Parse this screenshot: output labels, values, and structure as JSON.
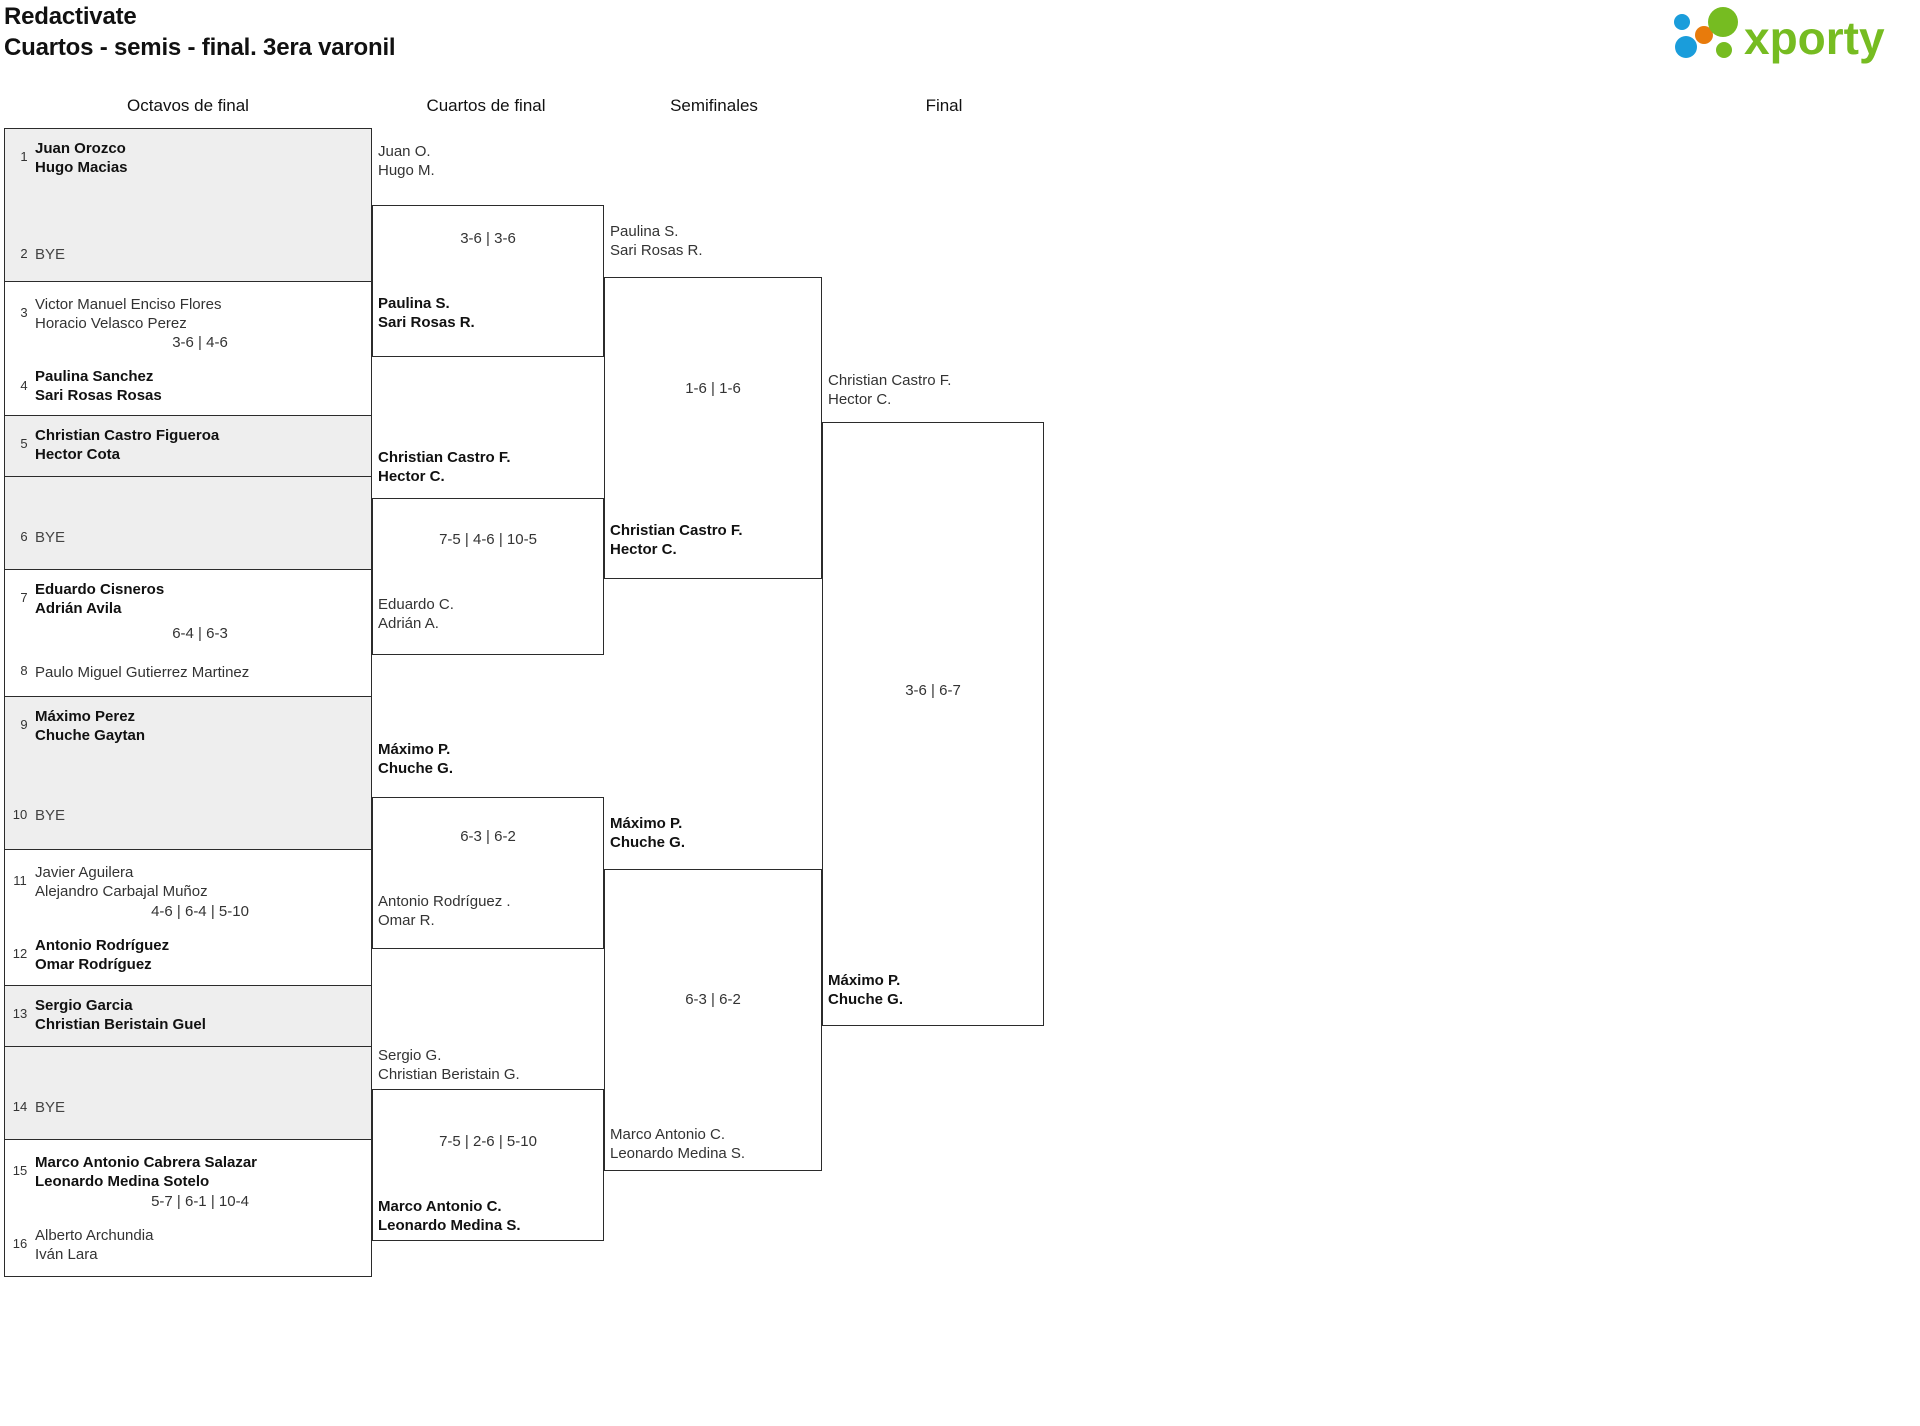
{
  "header": {
    "title": "Redactivate",
    "subtitle": "Cuartos - semis - final. 3era varonil",
    "logo_text": "xporty",
    "logo_colors": {
      "green": "#76bc21",
      "blue": "#1a9ddb",
      "orange": "#e87b0c"
    }
  },
  "rounds": [
    {
      "label": "Octavos de final"
    },
    {
      "label": "Cuartos de final"
    },
    {
      "label": "Semifinales"
    },
    {
      "label": "Final"
    }
  ],
  "round1": {
    "slots": [
      {
        "seed": "1",
        "names": [
          "Juan Orozco",
          "Hugo Macias"
        ],
        "winner": true,
        "bye": false
      },
      {
        "seed": "2",
        "names": [
          "BYE"
        ],
        "winner": false,
        "bye": true
      },
      {
        "seed": "3",
        "names": [
          "Victor Manuel Enciso Flores",
          "Horacio Velasco Perez"
        ],
        "winner": false,
        "bye": false
      },
      {
        "seed": "4",
        "names": [
          "Paulina Sanchez",
          "Sari Rosas Rosas"
        ],
        "winner": true,
        "bye": false
      },
      {
        "seed": "5",
        "names": [
          "Christian Castro Figueroa",
          "Hector Cota"
        ],
        "winner": true,
        "bye": false
      },
      {
        "seed": "6",
        "names": [
          "BYE"
        ],
        "winner": false,
        "bye": true
      },
      {
        "seed": "7",
        "names": [
          "Eduardo Cisneros",
          "Adrián Avila"
        ],
        "winner": true,
        "bye": false
      },
      {
        "seed": "8",
        "names": [
          "Paulo Miguel Gutierrez Martinez"
        ],
        "winner": false,
        "bye": false
      },
      {
        "seed": "9",
        "names": [
          "Máximo Perez",
          "Chuche Gaytan"
        ],
        "winner": true,
        "bye": false
      },
      {
        "seed": "10",
        "names": [
          "BYE"
        ],
        "winner": false,
        "bye": true
      },
      {
        "seed": "11",
        "names": [
          "Javier Aguilera",
          "Alejandro Carbajal Muñoz"
        ],
        "winner": false,
        "bye": false
      },
      {
        "seed": "12",
        "names": [
          "Antonio Rodríguez",
          "Omar Rodríguez"
        ],
        "winner": true,
        "bye": false
      },
      {
        "seed": "13",
        "names": [
          "Sergio Garcia",
          "Christian Beristain Guel"
        ],
        "winner": true,
        "bye": false
      },
      {
        "seed": "14",
        "names": [
          "BYE"
        ],
        "winner": false,
        "bye": true
      },
      {
        "seed": "15",
        "names": [
          "Marco Antonio Cabrera Salazar",
          "Leonardo Medina Sotelo"
        ],
        "winner": true,
        "bye": false
      },
      {
        "seed": "16",
        "names": [
          "Alberto Archundia",
          "Iván Lara"
        ],
        "winner": false,
        "bye": false
      }
    ],
    "scores": [
      "",
      "3-6 | 4-6",
      "",
      "6-4 | 6-3",
      "",
      "4-6 | 6-4 | 5-10",
      "",
      "5-7 | 6-1 | 10-4"
    ]
  },
  "round2": {
    "matches": [
      {
        "top": {
          "names": [
            "Juan O.",
            "Hugo M."
          ],
          "winner": false
        },
        "bottom": {
          "names": [
            "Paulina S.",
            "Sari Rosas R."
          ],
          "winner": true
        },
        "score": "3-6 | 3-6"
      },
      {
        "top": {
          "names": [
            "Christian Castro F.",
            "Hector C."
          ],
          "winner": true
        },
        "bottom": {
          "names": [
            "Eduardo C.",
            "Adrián A."
          ],
          "winner": false
        },
        "score": "7-5 | 4-6 | 10-5"
      },
      {
        "top": {
          "names": [
            "Máximo P.",
            "Chuche G."
          ],
          "winner": true
        },
        "bottom": {
          "names": [
            "Antonio Rodríguez .",
            "Omar R."
          ],
          "winner": false
        },
        "score": "6-3 | 6-2"
      },
      {
        "top": {
          "names": [
            "Sergio G.",
            "Christian Beristain G."
          ],
          "winner": false
        },
        "bottom": {
          "names": [
            "Marco Antonio C.",
            "Leonardo Medina S."
          ],
          "winner": true
        },
        "score": "7-5 | 2-6 | 5-10"
      }
    ]
  },
  "round3": {
    "matches": [
      {
        "top": {
          "names": [
            "Paulina S.",
            "Sari Rosas R."
          ],
          "winner": false
        },
        "bottom": {
          "names": [
            "Christian Castro F.",
            "Hector C."
          ],
          "winner": true
        },
        "score": "1-6 | 1-6"
      },
      {
        "top": {
          "names": [
            "Máximo P.",
            "Chuche G."
          ],
          "winner": true
        },
        "bottom": {
          "names": [
            "Marco Antonio C.",
            "Leonardo Medina S."
          ],
          "winner": false
        },
        "score": "6-3 | 6-2"
      }
    ]
  },
  "round4": {
    "matches": [
      {
        "top": {
          "names": [
            "Christian Castro F.",
            "Hector C."
          ],
          "winner": false
        },
        "bottom": {
          "names": [
            "Máximo P.",
            "Chuche G."
          ],
          "winner": true
        },
        "score": "3-6 | 6-7"
      }
    ]
  }
}
